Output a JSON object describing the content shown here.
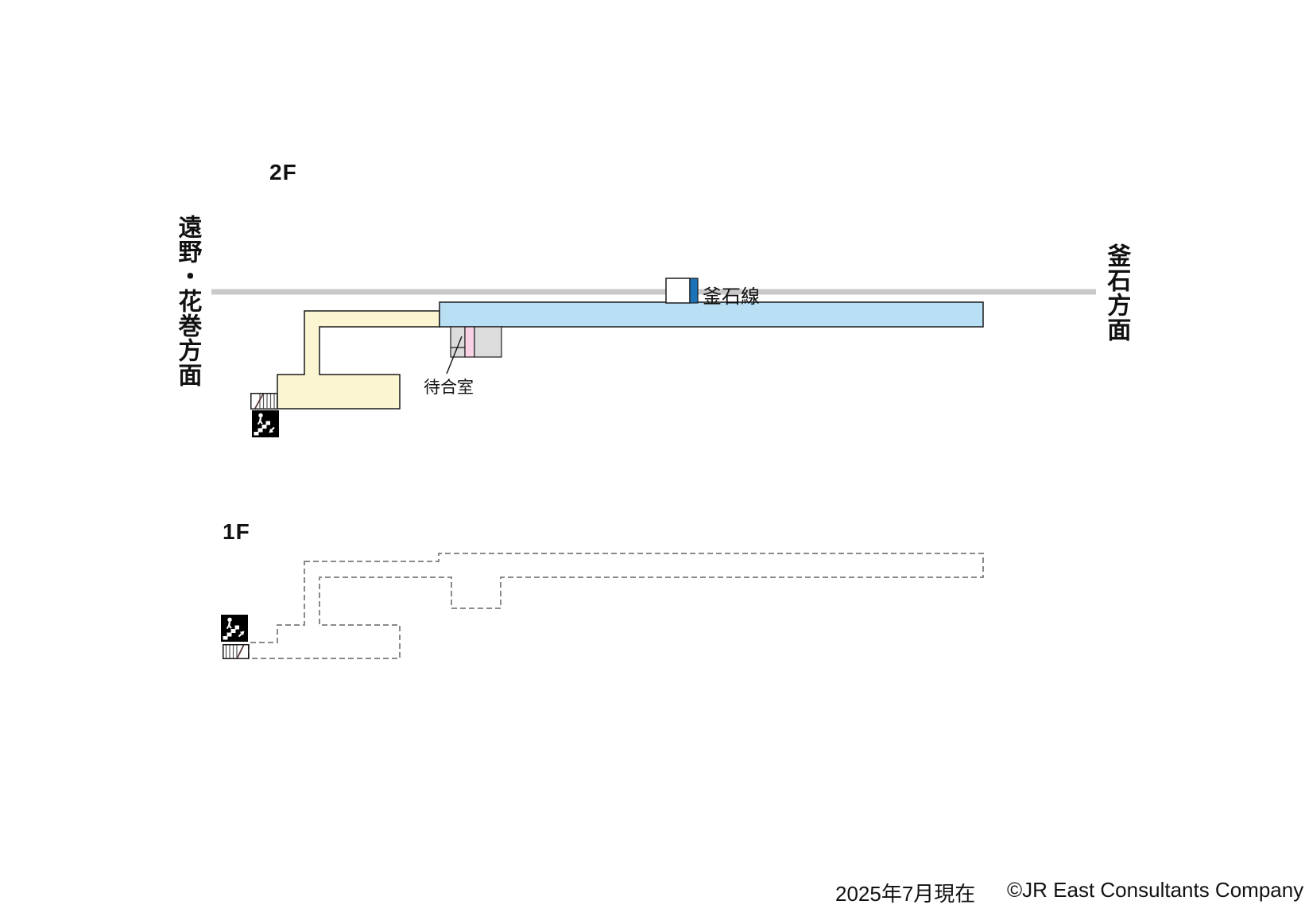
{
  "map": {
    "floor2_label": "2F",
    "floor1_label": "1F",
    "direction_left": "遠野・花巻方面",
    "direction_right": "釜石方面",
    "line_name": "釜石線",
    "waiting_room": "待合室"
  },
  "footer": {
    "date_note": "2025年7月現在",
    "copyright": "©JR East Consultants Company"
  },
  "icons": {
    "stairs_down": "stairs-down-pictogram",
    "stairs_up": "stairs-up-pictogram",
    "stair_plan": "stair-plan-symbol",
    "line_marker": "kamaishi-line-position-marker"
  },
  "colors": {
    "platform_blue": "#b9dff5",
    "concourse_yellow": "#fbf5d2",
    "waiting_gray": "#dcdcdc",
    "waiting_pink": "#f8d2e4",
    "track_gray": "#c9c9c9",
    "line_marker_blue": "#1d73b8",
    "dash_gray": "#8a8a8a",
    "ink": "#1a1a1a",
    "stair_diagonal": "#5a3a3a"
  }
}
